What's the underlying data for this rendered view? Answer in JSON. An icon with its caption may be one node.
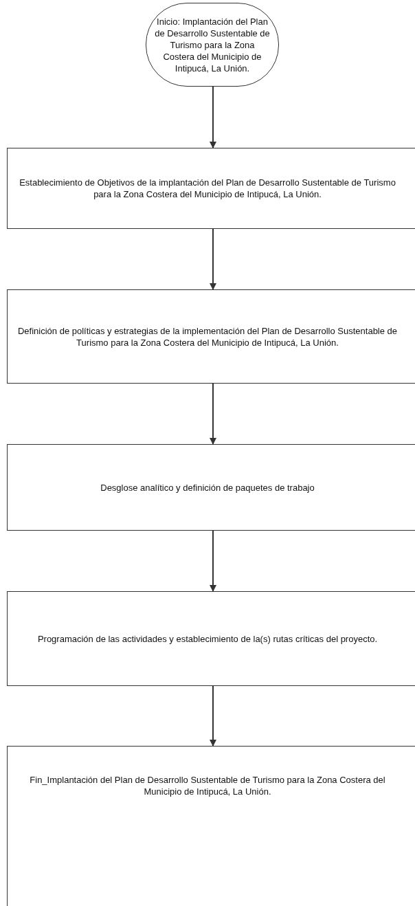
{
  "diagram": {
    "nodes": [
      {
        "text": [
          "Inicio: Implantación del Plan de Desarrollo Sustentable de Turismo para la Zona Costera del Municipio de Intipucá, La Unión."
        ]
      },
      {
        "text": [
          "Establecimiento de Objetivos de la implantación del Plan de Desarrollo Sustentable de Turismo para la Zona Costera del Municipio de Intipucá, La Unión."
        ]
      },
      {
        "text": [
          "Definición de políticas y estrategias de la implementación del Plan de Desarrollo Sustentable de Turismo para la Zona Costera del Municipio de Intipucá, La Unión."
        ]
      },
      {
        "text": [
          "Desglose analítico y definición de paquetes de trabajo"
        ]
      },
      {
        "text": [
          "Programación de las actividades y establecimiento de la(s) rutas críticas del proyecto."
        ]
      },
      {
        "text": [
          "Fin_Implantación del Plan de Desarrollo Sustentable de Turismo para la Zona Costera del Municipio de Intipucá, La Unión."
        ]
      }
    ],
    "edges": [
      {
        "from": 0,
        "to": 1,
        "arrow": "to"
      },
      {
        "from": 1,
        "to": 2,
        "arrow": "to"
      },
      {
        "from": 2,
        "to": 3,
        "arrow": "to"
      },
      {
        "from": 3,
        "to": 4,
        "arrow": "to"
      },
      {
        "from": 4,
        "to": 5,
        "arrow": "to"
      }
    ]
  }
}
